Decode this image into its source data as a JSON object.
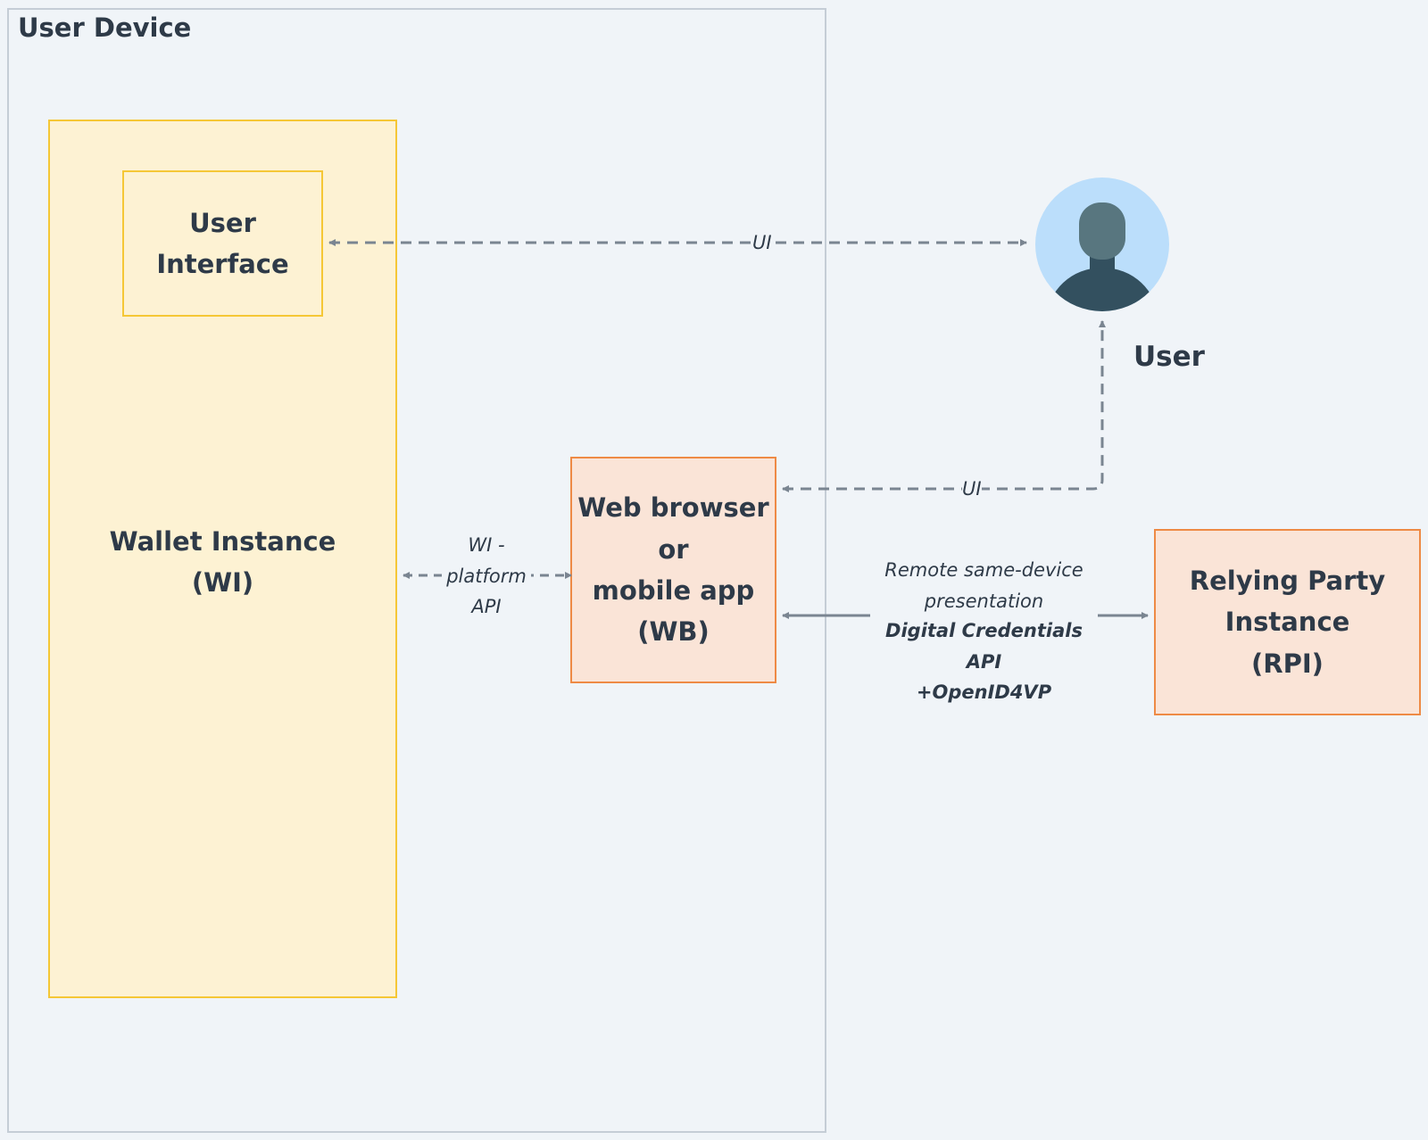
{
  "device": {
    "title": "User Device"
  },
  "nodes": {
    "user_interface": "User\nInterface",
    "wallet_instance": "Wallet Instance\n(WI)",
    "web_browser": "Web browser\nor\nmobile app\n(WB)",
    "relying_party": "Relying Party\nInstance\n(RPI)",
    "user": "User"
  },
  "edges": {
    "ui_top": "UI",
    "ui_bottom": "UI",
    "wi_platform": "WI -\nplatform\nAPI",
    "remote_line1": "Remote same-device\npresentation",
    "remote_line2": "Digital Credentials API\n+OpenID4VP"
  },
  "colors": {
    "background": "#f0f4f8",
    "wallet_fill": "#fdf2d3",
    "wallet_border": "#f5c736",
    "wb_fill": "#fae4d7",
    "wb_border": "#ee8a45",
    "arrow": "#7a8591",
    "avatar_bg": "#bbdefb",
    "avatar_head": "#58767f",
    "avatar_body": "#33505f"
  },
  "icons": {
    "user": "user-avatar-icon"
  }
}
